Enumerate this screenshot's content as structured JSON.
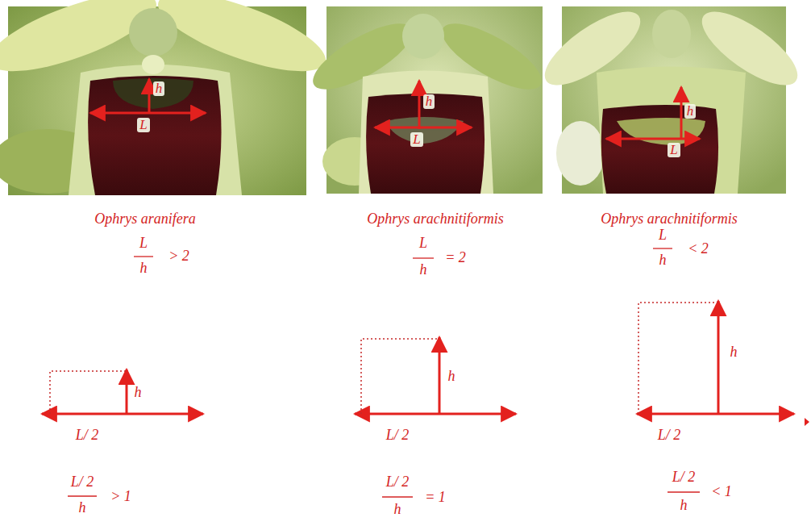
{
  "diagram": {
    "labels": [
      "h",
      "L",
      "h",
      "L",
      "h",
      "L",
      "Ophrys aranifera",
      "Ophrys arachnitiformis",
      "Ophrys arachnitiformis",
      "L",
      "h",
      "> 2",
      "L",
      "h",
      "= 2",
      "L",
      "h",
      "< 2",
      "h",
      "L/ 2",
      "h",
      "L/ 2",
      "h",
      "L/ 2",
      "L/ 2",
      "h",
      "> 1",
      "L/ 2",
      "h",
      "= 1",
      "L/ 2",
      "h",
      "< 1"
    ]
  }
}
